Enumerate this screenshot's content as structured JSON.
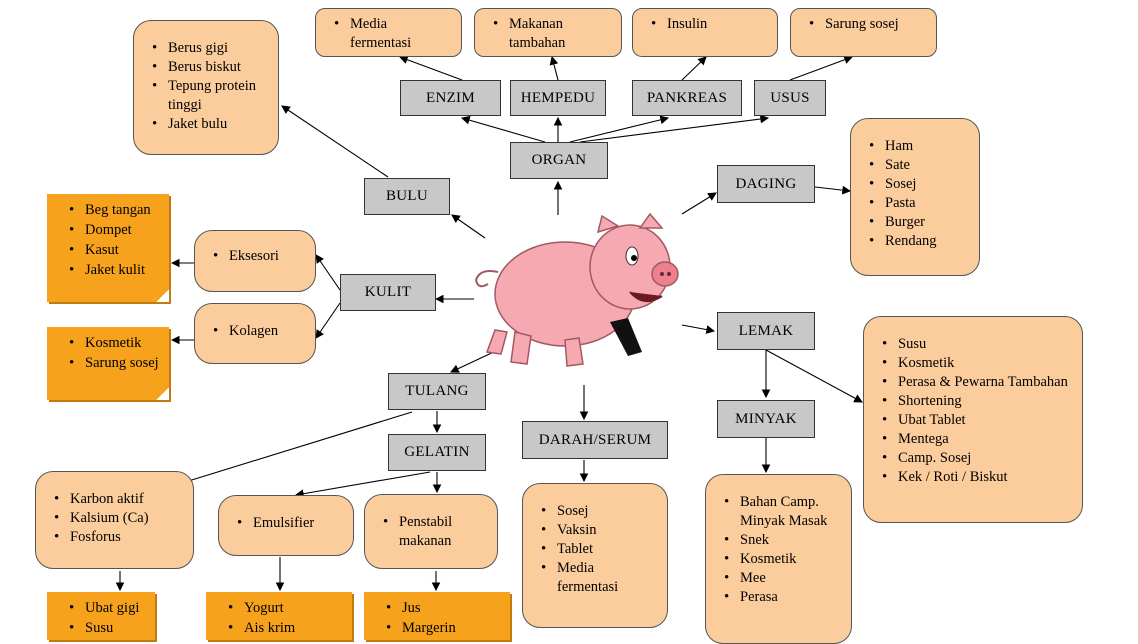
{
  "center": {
    "icon": "pig-icon"
  },
  "hubs": {
    "organ": "ORGAN",
    "bulu": "BULU",
    "kulit": "KULIT",
    "tulang": "TULANG",
    "gelatin": "GELATIN",
    "darah": "DARAH/SERUM",
    "lemak": "LEMAK",
    "minyak": "MINYAK",
    "daging": "DAGING"
  },
  "organs": {
    "enzim": "ENZIM",
    "hempedu": "HEMPEDU",
    "pankreas": "PANKREAS",
    "usus": "USUS"
  },
  "organ_products": {
    "enzim": [
      "Media fermentasi"
    ],
    "hempedu": [
      "Makanan tambahan"
    ],
    "pankreas": [
      "Insulin"
    ],
    "usus": [
      "Sarung sosej"
    ]
  },
  "bulu_products": [
    "Berus gigi",
    "Berus biskut",
    "Tepung protein tinggi",
    "Jaket bulu"
  ],
  "kulit_items": {
    "eksesori": "Eksesori",
    "kolagen": "Kolagen"
  },
  "eksesori_products": [
    "Beg tangan",
    "Dompet",
    "Kasut",
    "Jaket kulit"
  ],
  "kolagen_products": [
    "Kosmetik",
    "Sarung sosej"
  ],
  "daging_products": [
    "Ham",
    "Sate",
    "Sosej",
    "Pasta",
    "Burger",
    "Rendang"
  ],
  "lemak_products": [
    "Susu",
    "Kosmetik",
    "Perasa & Pewarna Tambahan",
    "Shortening",
    "Ubat Tablet",
    "Mentega",
    "Camp. Sosej",
    "Kek / Roti / Biskut"
  ],
  "minyak_products": [
    "Bahan Camp. Minyak Masak",
    "Snek",
    "Kosmetik",
    "Mee",
    "Perasa"
  ],
  "darah_products": [
    "Sosej",
    "Vaksin",
    "Tablet",
    "Media fermentasi"
  ],
  "tulang_products": [
    "Karbon aktif",
    "Kalsium (Ca)",
    "Fosforus"
  ],
  "tulang_sub": [
    "Ubat gigi",
    "Susu"
  ],
  "gelatin_items": {
    "emulsifier": "Emulsifier",
    "penstabil": "Penstabil makanan"
  },
  "emulsifier_sub": [
    "Yogurt",
    "Ais krim"
  ],
  "penstabil_sub": [
    "Jus",
    "Margerin"
  ],
  "colors": {
    "gray_box": "#c8c8c8",
    "peach_box": "#fbcc9c",
    "orange_box": "#f6a21c",
    "pig": "#f6a9b0"
  }
}
